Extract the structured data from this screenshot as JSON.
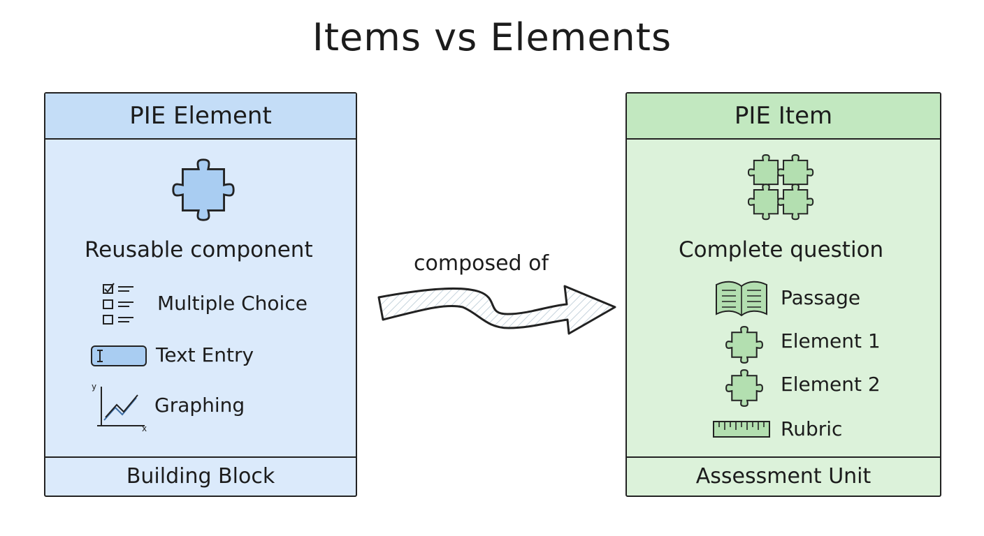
{
  "title": "Items vs Elements",
  "connector": {
    "label": "composed of",
    "icon": "wavy-arrow-icon"
  },
  "left_panel": {
    "header": "PIE Element",
    "icon": "puzzle-piece-icon",
    "subtitle": "Reusable component",
    "items": [
      {
        "label": "Multiple Choice",
        "icon": "checklist-icon"
      },
      {
        "label": "Text Entry",
        "icon": "text-input-icon"
      },
      {
        "label": "Graphing",
        "icon": "line-graph-icon"
      }
    ],
    "footer": "Building Block",
    "colors": {
      "fill": "#dbeafb",
      "header": "#c4ddf7",
      "accent": "#a9cdf2"
    }
  },
  "right_panel": {
    "header": "PIE Item",
    "icon": "assembled-puzzle-icon",
    "subtitle": "Complete question",
    "items": [
      {
        "label": "Passage",
        "icon": "open-book-icon"
      },
      {
        "label": "Element 1",
        "icon": "puzzle-piece-icon"
      },
      {
        "label": "Element 2",
        "icon": "puzzle-piece-icon"
      },
      {
        "label": "Rubric",
        "icon": "ruler-icon"
      }
    ],
    "footer": "Assessment Unit",
    "colors": {
      "fill": "#dcf2da",
      "header": "#c2e8c0",
      "accent": "#b3dfb0"
    }
  }
}
